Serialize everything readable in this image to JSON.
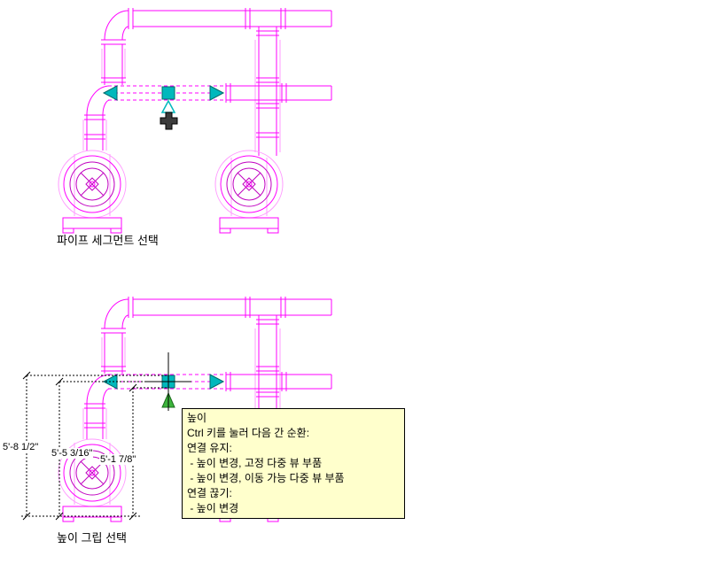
{
  "window": {
    "background": "#ffffff"
  },
  "figure_top": {
    "caption": "파이프 세그먼트 선택"
  },
  "figure_bottom": {
    "caption": "높이 그립 선택",
    "dimension_labels": [
      "5'-8 1/2\"",
      "5'-5 3/16\"",
      "5'-1 7/8\""
    ],
    "tooltip": {
      "lines": [
        "높이",
        "Ctrl 키를 눌러 다음 간 순환:",
        "연결 유지:",
        " - 높이 변경, 고정 다중 뷰 부품",
        " - 높이 변경, 이동 가능 다중 뷰 부품",
        "연결 끊기:",
        " - 높이 변경"
      ]
    }
  },
  "colors": {
    "pipe": "#ff00ff",
    "pipe_hidden": "#ff9bff",
    "pump_detail": "#c000c0",
    "grip_fill": "#00b8bc",
    "grip_border": "#00696b",
    "active_grip_fill": "#3cb43c",
    "active_grip_border": "#1d6b1d",
    "tooltip_bg": "#ffffcc",
    "tooltip_border": "#000000",
    "dimension_color": "#000000",
    "text": "#000000"
  },
  "icons": {
    "segment-end-grip": "filled cyan triangle",
    "segment-midpoint-grip": "filled cyan square",
    "elevation-grip": "hollow cyan triangle-up",
    "elevation-grip-active": "green filled triangle-up",
    "add-cursor": "black plus",
    "crosshair-cursor": "black crosshair lines"
  }
}
